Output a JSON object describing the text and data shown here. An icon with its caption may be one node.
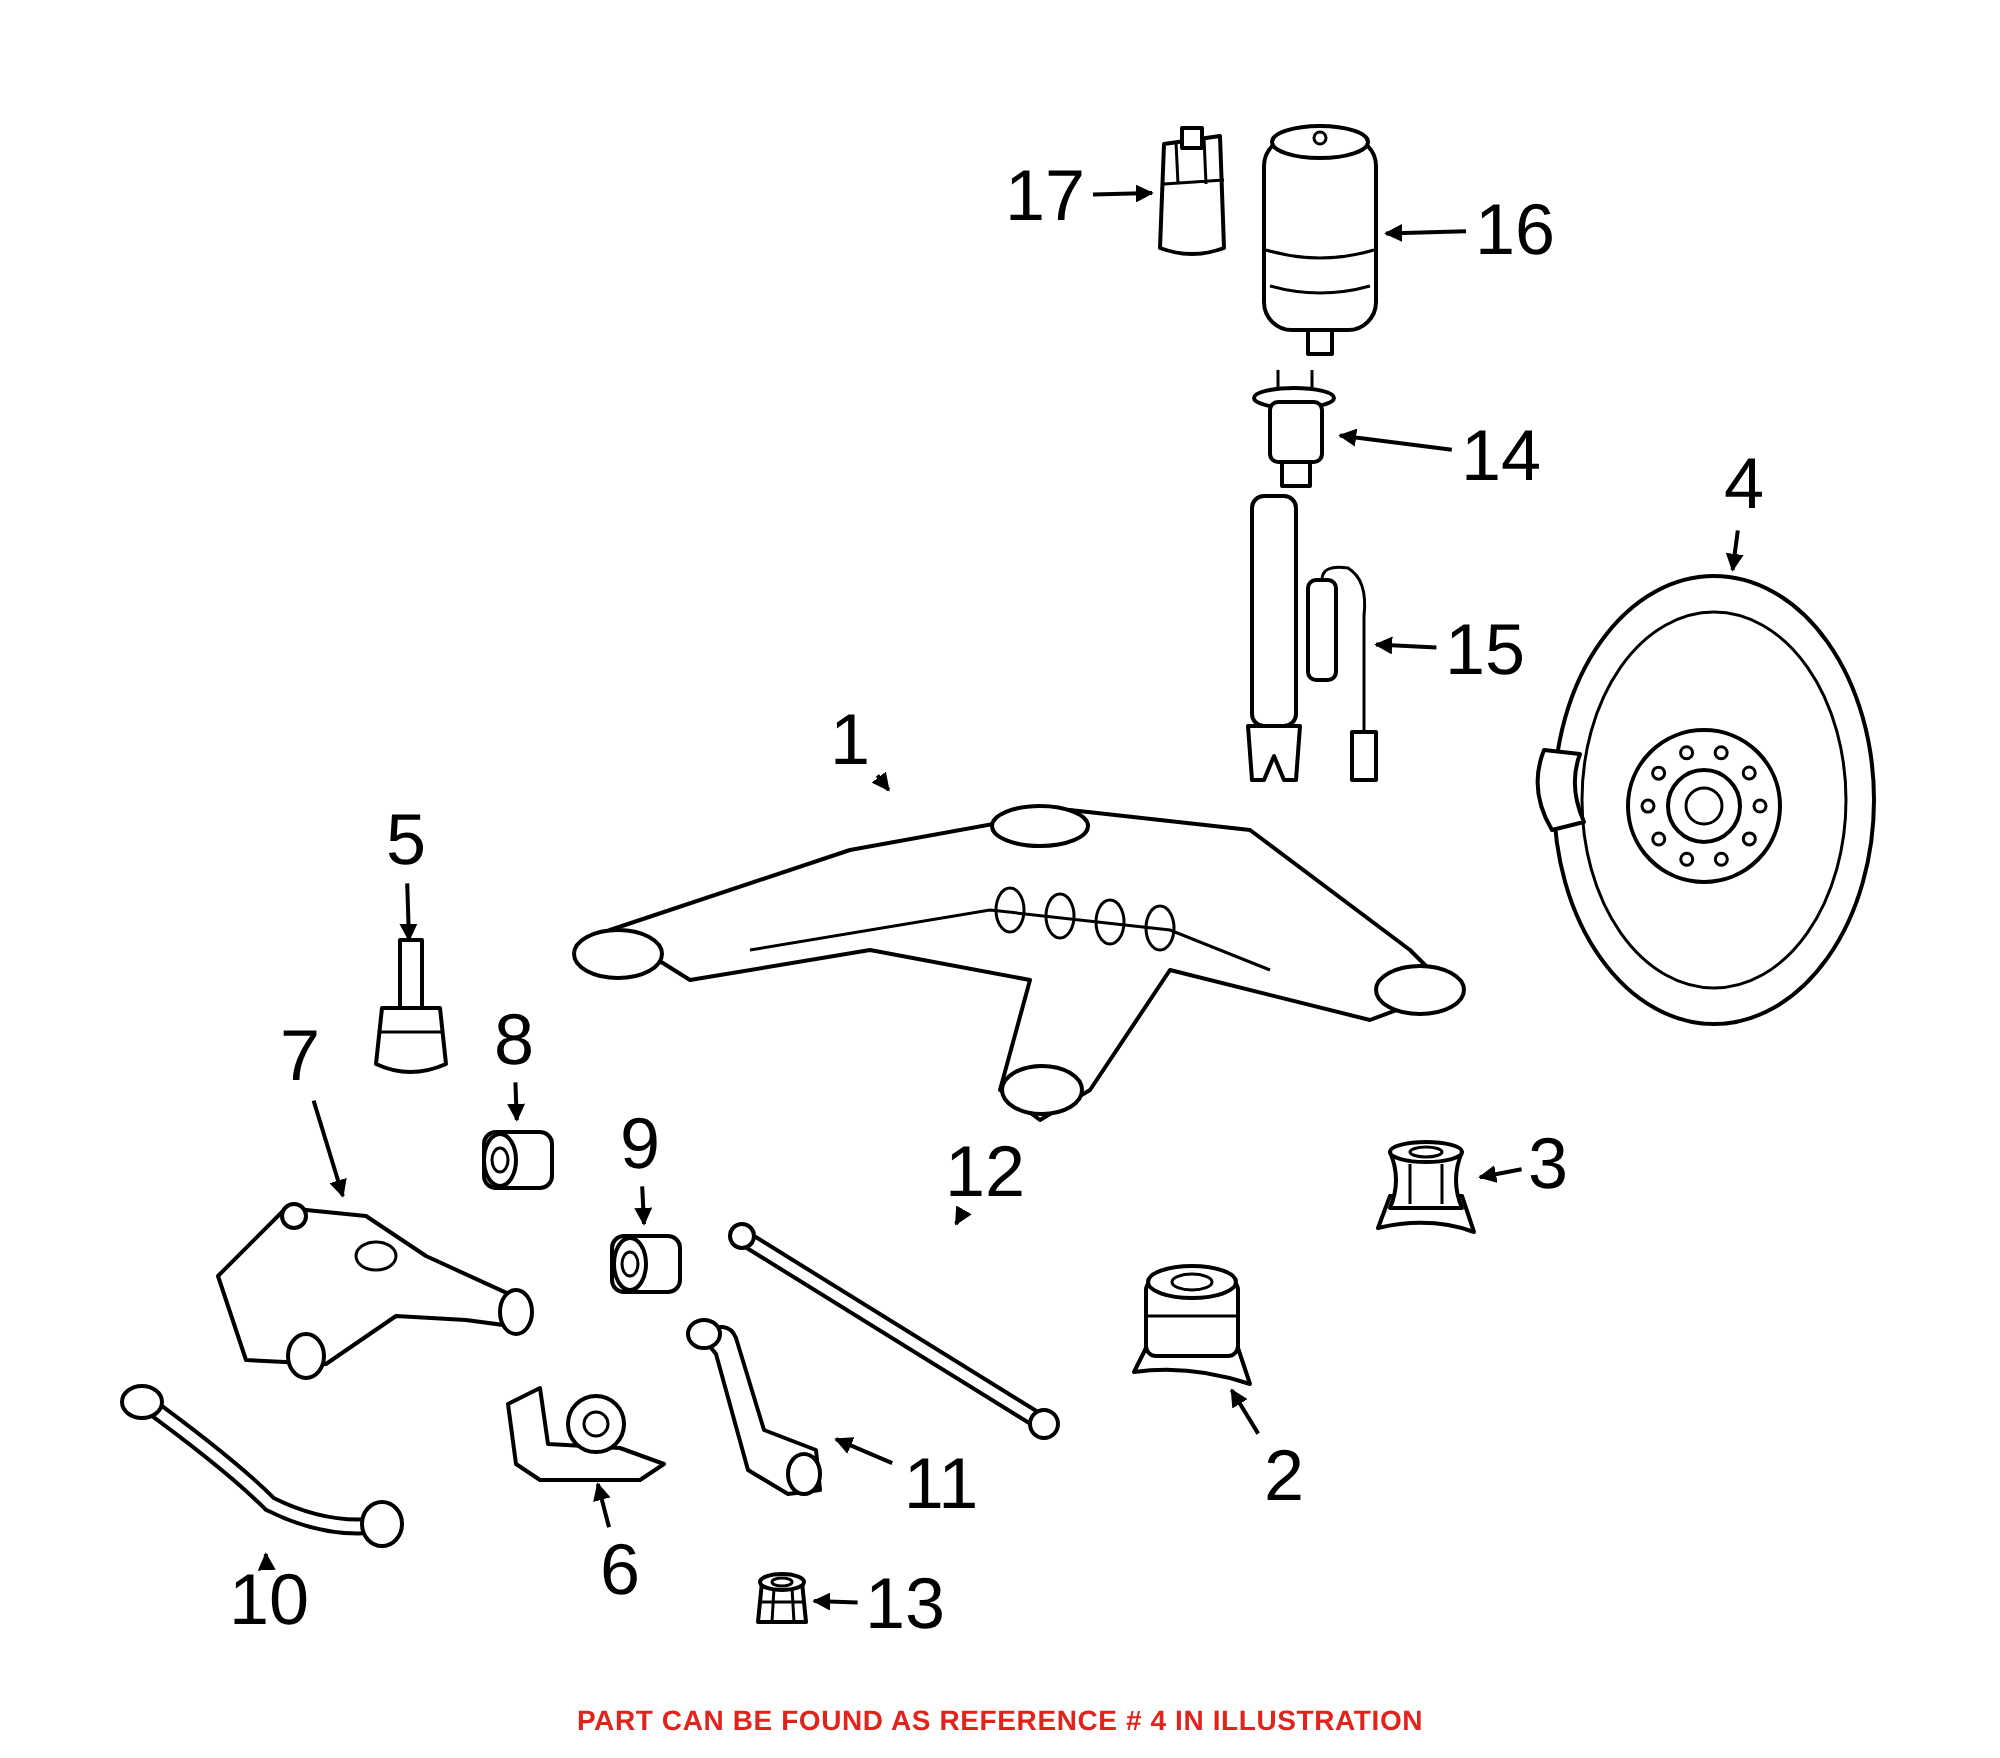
{
  "diagram": {
    "caption": "PART CAN BE FOUND AS REFERENCE # 4 IN ILLUSTRATION",
    "nodes": [
      {
        "text": [
          "17"
        ]
      },
      {
        "text": [],
        "shape": "picture"
      },
      {
        "text": [
          "16"
        ]
      },
      {
        "text": [],
        "shape": "picture"
      },
      {
        "text": [
          "14"
        ]
      },
      {
        "text": [],
        "shape": "picture"
      },
      {
        "text": [
          "4"
        ]
      },
      {
        "text": [],
        "shape": "picture"
      },
      {
        "text": [
          "15"
        ]
      },
      {
        "text": [],
        "shape": "picture"
      },
      {
        "text": [
          "1"
        ]
      },
      {
        "text": [],
        "shape": "picture"
      },
      {
        "text": [
          "5"
        ]
      },
      {
        "text": [],
        "shape": "picture"
      },
      {
        "text": [
          "8"
        ]
      },
      {
        "text": [],
        "shape": "picture"
      },
      {
        "text": [
          "7"
        ]
      },
      {
        "text": [],
        "shape": "picture"
      },
      {
        "text": [
          "9"
        ]
      },
      {
        "text": [],
        "shape": "picture"
      },
      {
        "text": [
          "3"
        ]
      },
      {
        "text": [],
        "shape": "picture"
      },
      {
        "text": [
          "12"
        ]
      },
      {
        "text": [],
        "shape": "picture"
      },
      {
        "text": [
          "2"
        ]
      },
      {
        "text": [],
        "shape": "picture"
      },
      {
        "text": [
          "11"
        ]
      },
      {
        "text": [],
        "shape": "picture"
      },
      {
        "text": [
          "10"
        ]
      },
      {
        "text": [],
        "shape": "picture"
      },
      {
        "text": [
          "6"
        ]
      },
      {
        "text": [],
        "shape": "picture"
      },
      {
        "text": [
          "13"
        ]
      },
      {
        "text": [],
        "shape": "picture"
      }
    ],
    "edges": [
      {
        "from": 0,
        "to": 1,
        "arrow": "to"
      },
      {
        "from": 2,
        "to": 3,
        "arrow": "to"
      },
      {
        "from": 4,
        "to": 5,
        "arrow": "to"
      },
      {
        "from": 6,
        "to": 7,
        "arrow": "to"
      },
      {
        "from": 8,
        "to": 9,
        "arrow": "to"
      },
      {
        "from": 10,
        "to": 11,
        "arrow": "to"
      },
      {
        "from": 12,
        "to": 13,
        "arrow": "to"
      },
      {
        "from": 14,
        "to": 15,
        "arrow": "to"
      },
      {
        "from": 16,
        "to": 17,
        "arrow": "to"
      },
      {
        "from": 18,
        "to": 19,
        "arrow": "to"
      },
      {
        "from": 20,
        "to": 21,
        "arrow": "to"
      },
      {
        "from": 22,
        "to": 23,
        "arrow": "to"
      },
      {
        "from": 24,
        "to": 25,
        "arrow": "to"
      },
      {
        "from": 26,
        "to": 27,
        "arrow": "to"
      },
      {
        "from": 28,
        "to": 29,
        "arrow": "to"
      },
      {
        "from": 30,
        "to": 31,
        "arrow": "to"
      },
      {
        "from": 32,
        "to": 33,
        "arrow": "to"
      }
    ]
  }
}
